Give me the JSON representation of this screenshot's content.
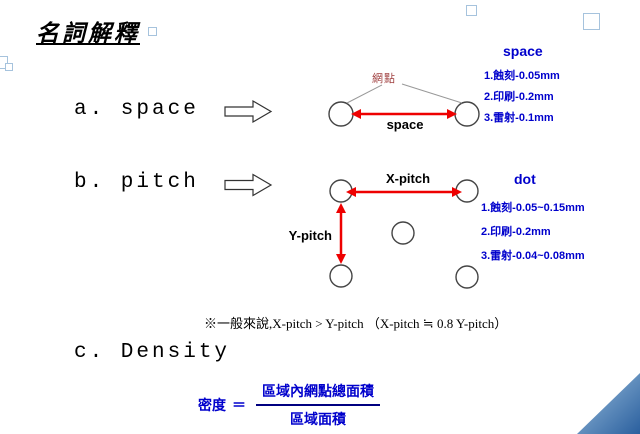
{
  "colors": {
    "accent_blue": "#0000cc",
    "arrow_red": "#ee0000",
    "dot_callout_red": "#a04040",
    "decor_square_blue": "#a6c3dd",
    "fraction_line_navy": "#000080",
    "corner_triangle_blue": "#3a6ea8"
  },
  "title": "名詞解釋",
  "sections": [
    {
      "id": "a",
      "label": "a. space"
    },
    {
      "id": "b",
      "label": "b. pitch"
    },
    {
      "id": "c",
      "label": "c. Density"
    }
  ],
  "space_panel": {
    "heading": "space",
    "items": [
      "1.蝕刻-0.05mm",
      "2.印刷-0.2mm",
      "3.雷射-0.1mm"
    ]
  },
  "dot_panel": {
    "heading": "dot",
    "items": [
      "1.蝕刻-0.05~0.15mm",
      "2.印刷-0.2mm",
      "3.雷射-0.04~0.08mm"
    ]
  },
  "diagram_space": {
    "dot_callout": "網點",
    "measure_label": "space"
  },
  "diagram_pitch": {
    "x_label": "X-pitch",
    "y_label": "Y-pitch"
  },
  "note": "※一般來說,X-pitch > Y-pitch （X-pitch ≒ 0.8 Y-pitch）",
  "formula": {
    "lhs": "密度",
    "eq": "＝",
    "numerator": "區域內網點總面積",
    "denominator": "區域面積"
  }
}
